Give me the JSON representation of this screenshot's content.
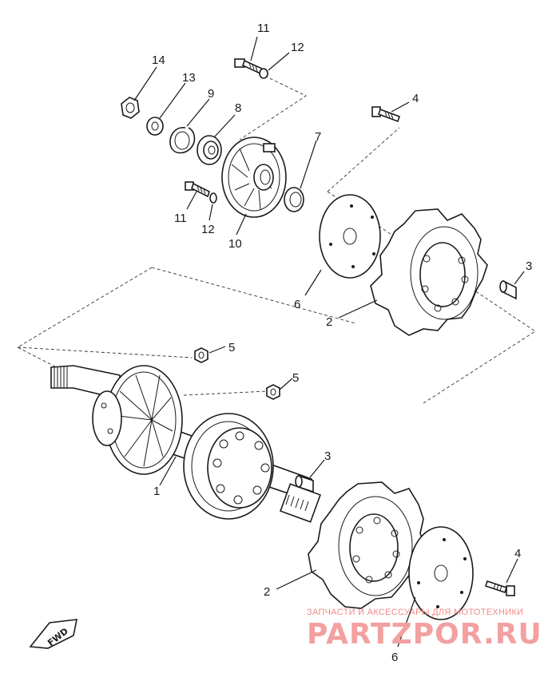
{
  "callouts": {
    "c11_top": "11",
    "c12_top": "12",
    "c14": "14",
    "c13": "13",
    "c9": "9",
    "c8": "8",
    "c4_top": "4",
    "c7": "7",
    "c11_mid": "11",
    "c12_mid": "12",
    "c10": "10",
    "c3_top": "3",
    "c6_top": "6",
    "c2_top": "2",
    "c5_a": "5",
    "c5_b": "5",
    "c3_bot": "3",
    "c1": "1",
    "c2_bot": "2",
    "c4_bot": "4",
    "c6_bot": "6"
  },
  "fwd_label": "FWD",
  "watermark": {
    "line1": "ЗАПЧАСТИ И АКСЕССУАРЫ ДЛЯ МОТОТЕХНИКИ",
    "line2": "PARTZPOR.RU"
  },
  "colors": {
    "ink": "#1a1a1a",
    "watermark": "#f2a0a0",
    "background": "#ffffff"
  }
}
